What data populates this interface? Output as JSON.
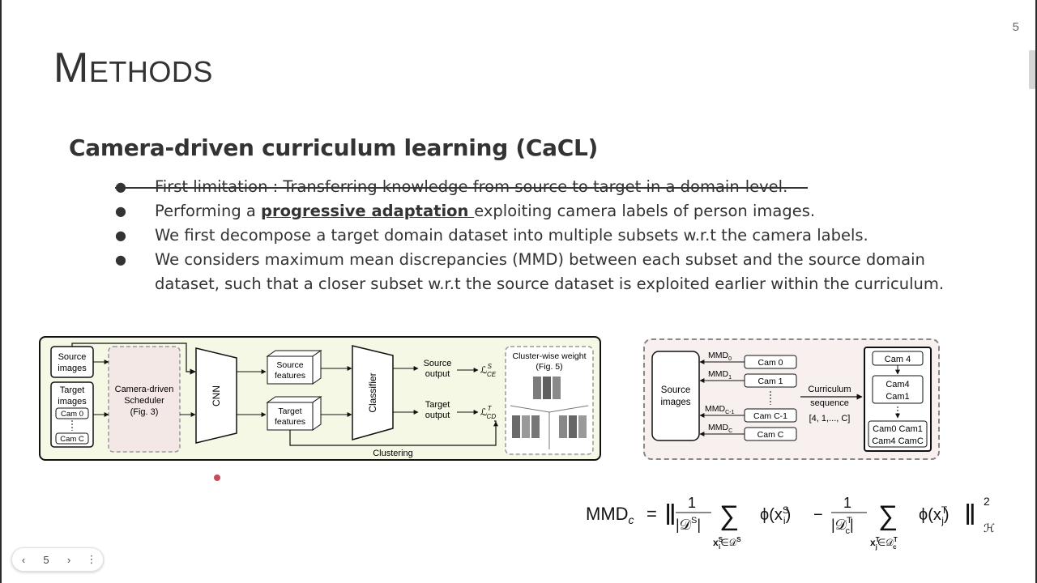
{
  "page": {
    "number": "5",
    "title": "Methods",
    "subtitle": "Camera-driven curriculum learning (CaCL)"
  },
  "bullets": [
    {
      "text": "First limitation : Transferring knowledge from source to target in a domain-level."
    },
    {
      "before": "Performing a ",
      "highlight": "progressive adaptation ",
      "after": "exploiting camera labels of person images."
    },
    {
      "text": "We first decompose a target domain dataset into multiple subsets w.r.t the camera labels."
    },
    {
      "text": "We considers maximum mean discrepancies (MMD) between each subset and the source domain dataset, such that a closer subset w.r.t the source dataset is exploited earlier within the curriculum."
    }
  ],
  "bullet_symbol": "●",
  "diagram1": {
    "source_images": [
      "Source",
      "images"
    ],
    "target_images": [
      "Target",
      "images"
    ],
    "cam0": "Cam 0",
    "camC": "Cam C",
    "scheduler": [
      "Camera-driven",
      "Scheduler",
      "(Fig. 3)"
    ],
    "cnn": "CNN",
    "source_features": [
      "Source",
      "features"
    ],
    "target_features": [
      "Target",
      "features"
    ],
    "classifier": "Classifier",
    "source_output": [
      "Source",
      "output"
    ],
    "target_output": [
      "Target",
      "output"
    ],
    "loss_ce": "ℒ",
    "loss_ce_sup": "S",
    "loss_ce_sub": "CE",
    "loss_cd": "ℒ",
    "loss_cd_sup": "T",
    "loss_cd_sub": "CD",
    "cluster_weight": [
      "Cluster-wise weight",
      "(Fig. 5)"
    ],
    "clustering": "Clustering"
  },
  "diagram2": {
    "source_images": [
      "Source",
      "images"
    ],
    "mmd_labels": [
      "MMD",
      "MMD",
      "MMD",
      "MMD"
    ],
    "mmd_subs": [
      "0",
      "1",
      "C-1",
      "C"
    ],
    "cams": [
      "Cam 0",
      "Cam 1",
      "Cam C-1",
      "Cam C"
    ],
    "curriculum": [
      "Curriculum",
      "sequence",
      "[4, 1,..., C]"
    ],
    "stack": [
      "Cam 4",
      "Cam4",
      "Cam1",
      "Cam0 Cam1",
      "Cam4 CamC"
    ]
  },
  "formula": {
    "lhs": "MMD",
    "lhs_sub": "c",
    "equals": "=",
    "one": "1",
    "ds": "|𝒟",
    "ds_sup": "S",
    "ds_close": "|",
    "sum": "∑",
    "sum1_sub": "x",
    "sum1_sub_sup": "S",
    "sum1_sub_i": "i",
    "sum1_sub_rest": "∈𝒟",
    "sum1_sub_rest_sup": "S",
    "phi1": "ϕ(x",
    "phi1_sup": "S",
    "phi1_sub": "i",
    "phi1_close": ")",
    "minus": "−",
    "dt": "|𝒟",
    "dt_sup": "T",
    "dt_sub": "c",
    "dt_close": "|",
    "sum2_sub": "x",
    "sum2_sub_sup": "T",
    "sum2_sub_j": "j",
    "sum2_sub_rest": "∈𝒟",
    "sum2_sub_rest_sup": "T",
    "sum2_sub_rest_sub": "c",
    "phi2": "ϕ(x",
    "phi2_sup": "T",
    "phi2_sub": "j",
    "phi2_close": ")",
    "norm": "‖",
    "power": "2",
    "space": "ℋ"
  },
  "nav": {
    "prev": "‹",
    "page": "5",
    "next": "›",
    "more": "⋮"
  },
  "colors": {
    "diagram1_bg": "#f5f8e4",
    "diagram2_bg": "#f7f0ef",
    "cursor": "#c64a5c"
  }
}
